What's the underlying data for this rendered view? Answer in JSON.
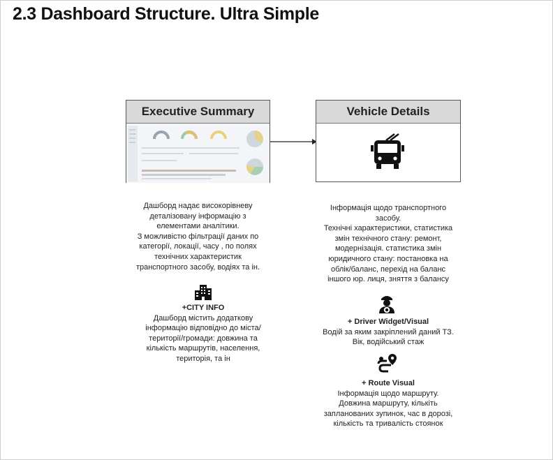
{
  "page": {
    "title": "2.3 Dashboard Structure. Ultra Simple"
  },
  "executive": {
    "header": "Executive Summary",
    "description": [
      "Дашборд надає високорівневу",
      "деталізовану інформацію з",
      "елементами аналітики.",
      "З можливістю фільтрації даних по",
      "категорії, локації, часу , по полях",
      "технічних характеристик",
      "транспортного засобу, водіях  та ін."
    ],
    "city_info": {
      "icon": "city-buildings-icon",
      "title": "+CITY INFO",
      "text": [
        "Дашборд  містить додаткову",
        "інформацію відповідно до міста/",
        "території/громади: довжина та",
        "кількість маршрутів, населення,",
        "територія, та ін"
      ]
    }
  },
  "vehicle": {
    "header": "Vehicle Details",
    "icon": "trolleybus-icon",
    "description": [
      "Інформація щодо транспортного",
      "засобу.",
      "Технічні характеристики, статистика",
      "змін технічного стану: ремонт,",
      "модернізація. статистика змін",
      "юридичного стану: постановка на",
      "облік/баланс, перехід на баланс",
      "іншого юр. лиця, зняття з балансу"
    ],
    "driver": {
      "icon": "driver-icon",
      "title": "+ Driver Widget/Visual",
      "text": [
        "Водій за яким закріплений даний ТЗ.",
        "Вік, водійський стаж"
      ]
    },
    "route": {
      "icon": "route-icon",
      "title": "+ Route Visual",
      "text": [
        "Інформація щодо маршруту.",
        "Довжина маршруту, кількіть",
        "запланованих зупинок, час в дорозі,",
        "кількість та тривалість стоянок"
      ]
    }
  }
}
